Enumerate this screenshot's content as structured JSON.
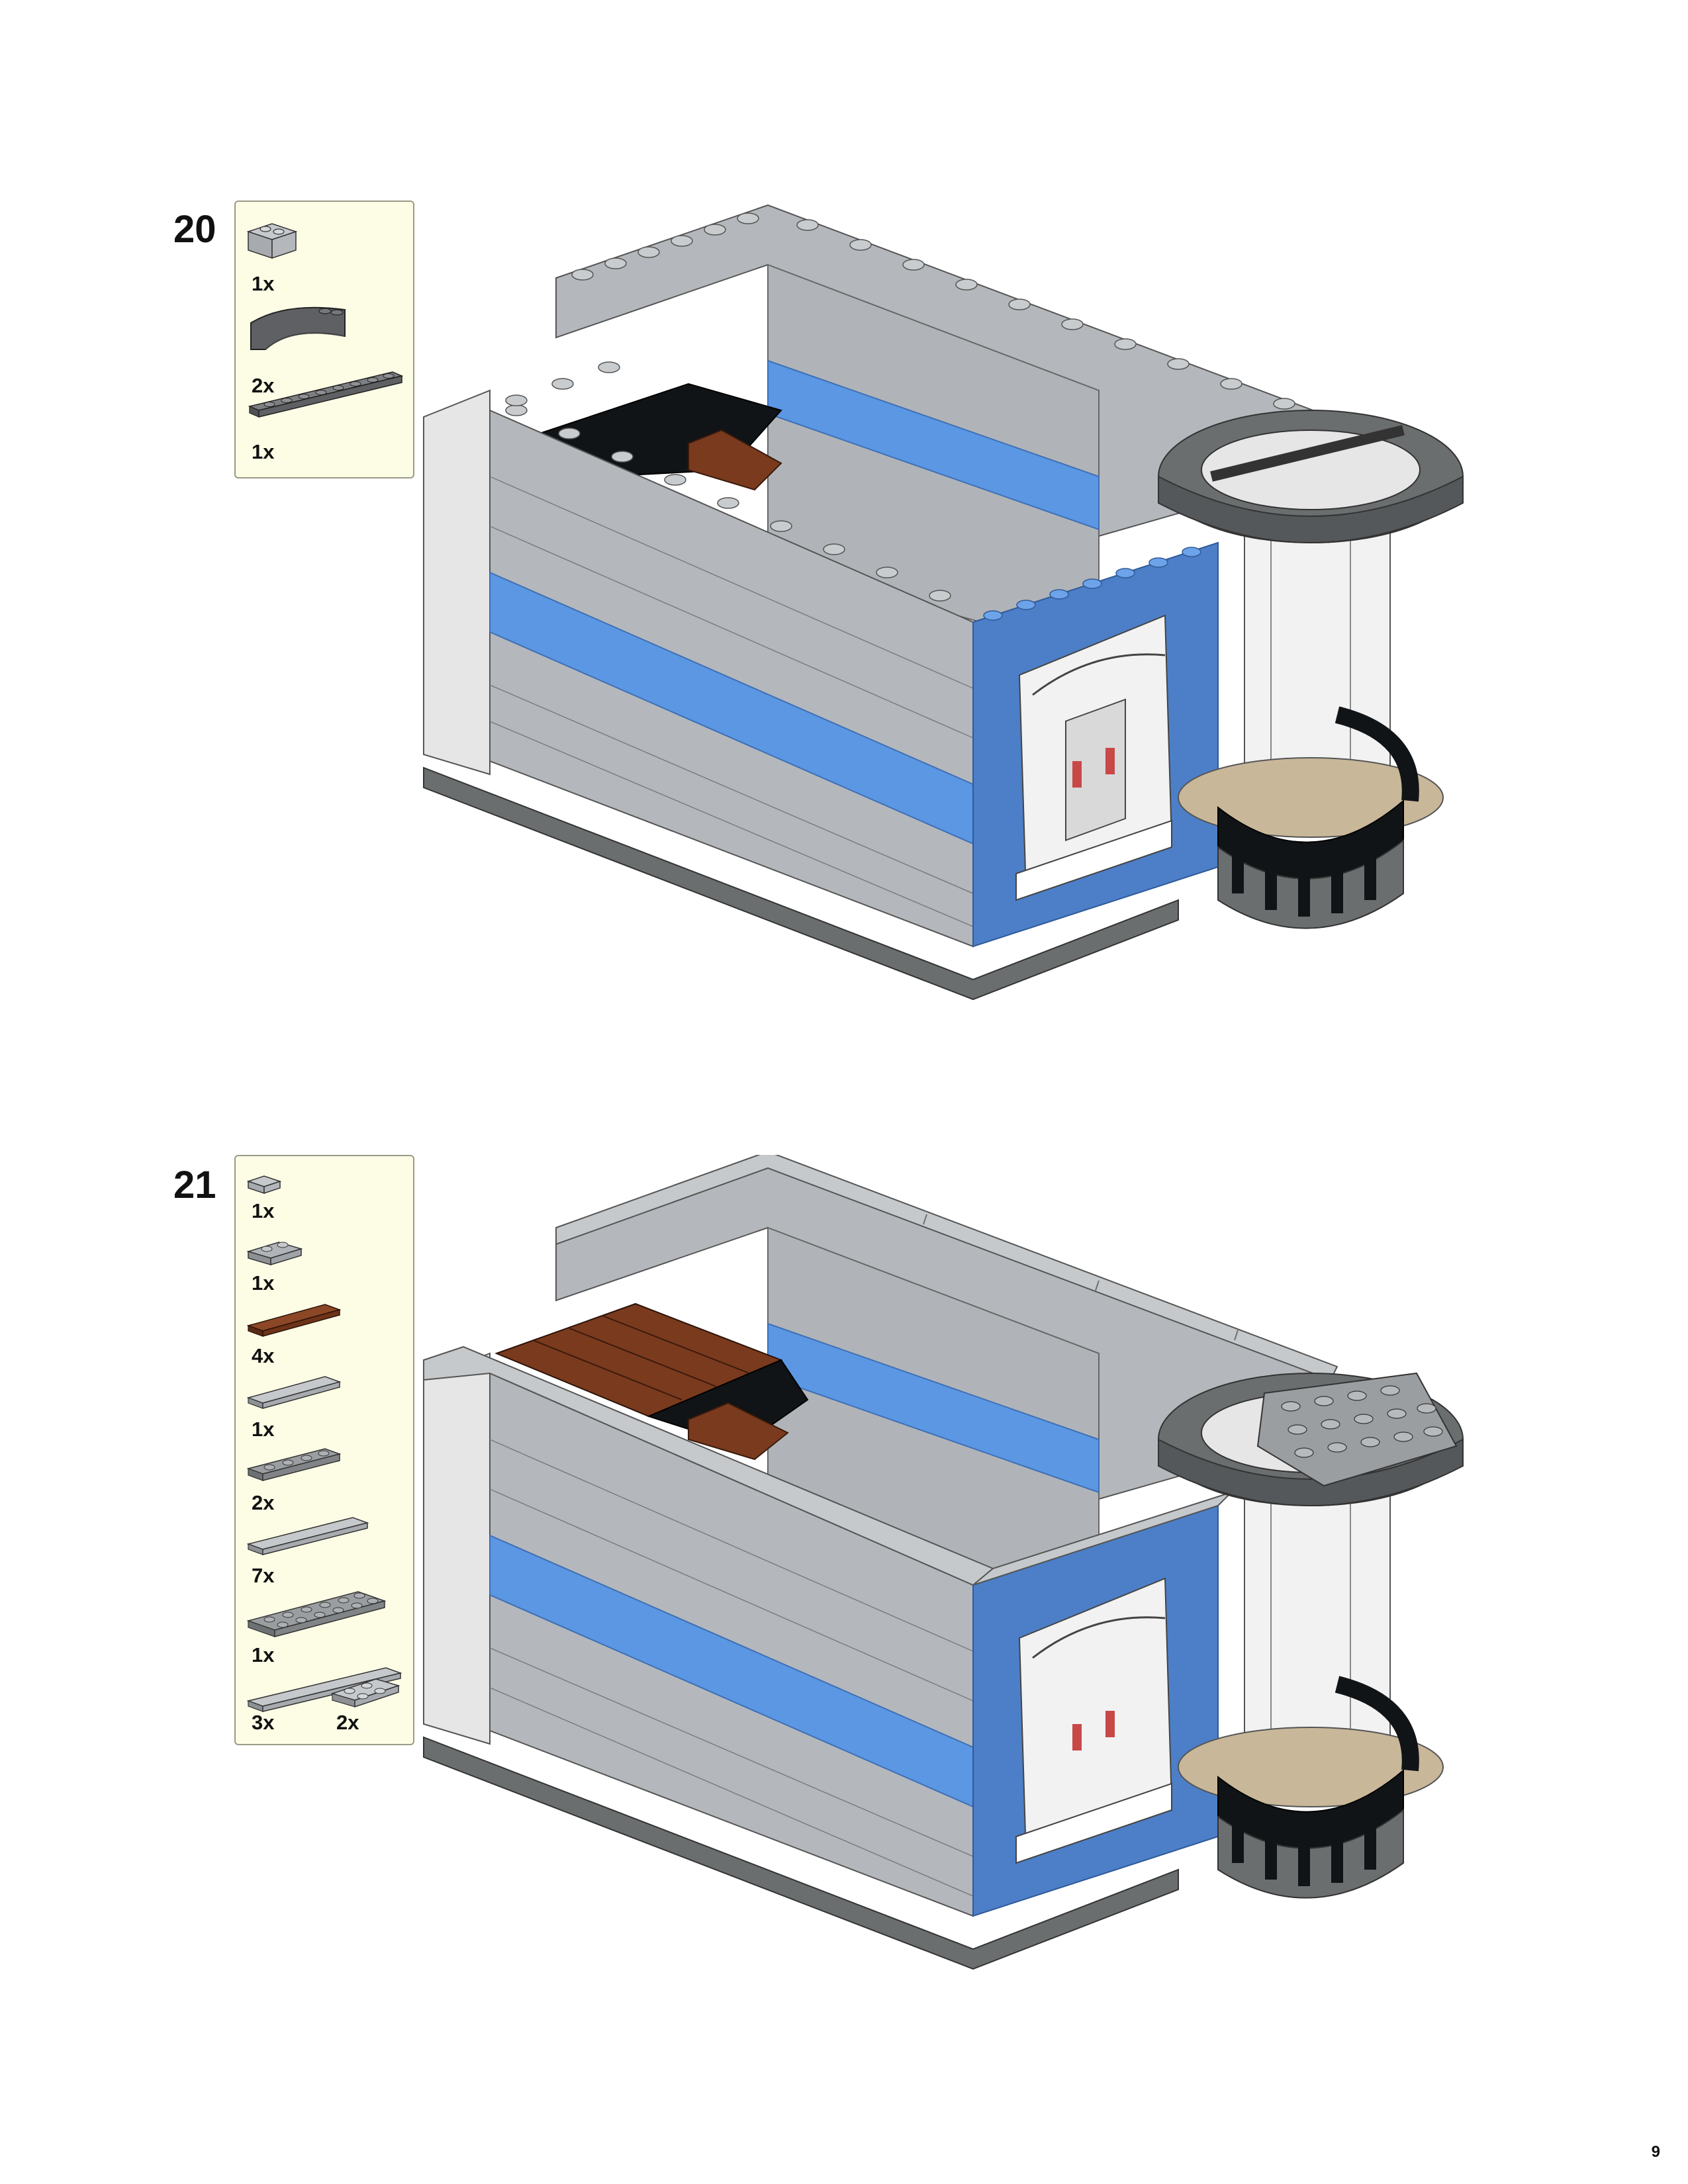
{
  "page": {
    "number": "9"
  },
  "steps": [
    {
      "number": "20",
      "parts": [
        {
          "qty": "1x",
          "icon": "light-gray-brick-1x2-icon",
          "color": "#b4b8bc"
        },
        {
          "qty": "2x",
          "icon": "dark-gray-arch-icon",
          "color": "#5e6063"
        },
        {
          "qty": "1x",
          "icon": "dark-gray-plate-1x8-icon",
          "color": "#63666a"
        }
      ]
    },
    {
      "number": "21",
      "parts": [
        {
          "qty": "1x",
          "icon": "light-gray-plate-1x1-icon",
          "color": "#b4b8bc"
        },
        {
          "qty": "1x",
          "icon": "light-gray-plate-1x2-icon",
          "color": "#9fa3a7"
        },
        {
          "qty": "4x",
          "icon": "brown-tile-1x4-icon",
          "color": "#7a3a1e"
        },
        {
          "qty": "1x",
          "icon": "light-gray-tile-1x4-icon",
          "color": "#b4b8bc"
        },
        {
          "qty": "2x",
          "icon": "dark-gray-plate-1x4-icon",
          "color": "#8b8e92"
        },
        {
          "qty": "7x",
          "icon": "light-gray-tile-1x6-icon",
          "color": "#b4b8bc"
        },
        {
          "qty": "1x",
          "icon": "dark-gray-plate-2x6-icon",
          "color": "#8b8e92"
        },
        {
          "qty": "3x",
          "icon": "light-gray-tile-1x8-icon",
          "color": "#b4b8bc"
        },
        {
          "qty": "2x",
          "icon": "light-gray-plate-2x2-icon",
          "color": "#b4b8bc"
        }
      ]
    }
  ],
  "colors": {
    "light_gray": "#b4b8bc",
    "light_gray_top": "#c6c9cc",
    "dark_gray": "#6b6e6f",
    "medium_blue": "#5b97e3",
    "blue_side": "#4c7fc7",
    "white": "#f2f2f2",
    "black": "#111417",
    "brown": "#7a3a1e",
    "tan": "#c9b79a",
    "parts_bg": "#fdfde6"
  }
}
